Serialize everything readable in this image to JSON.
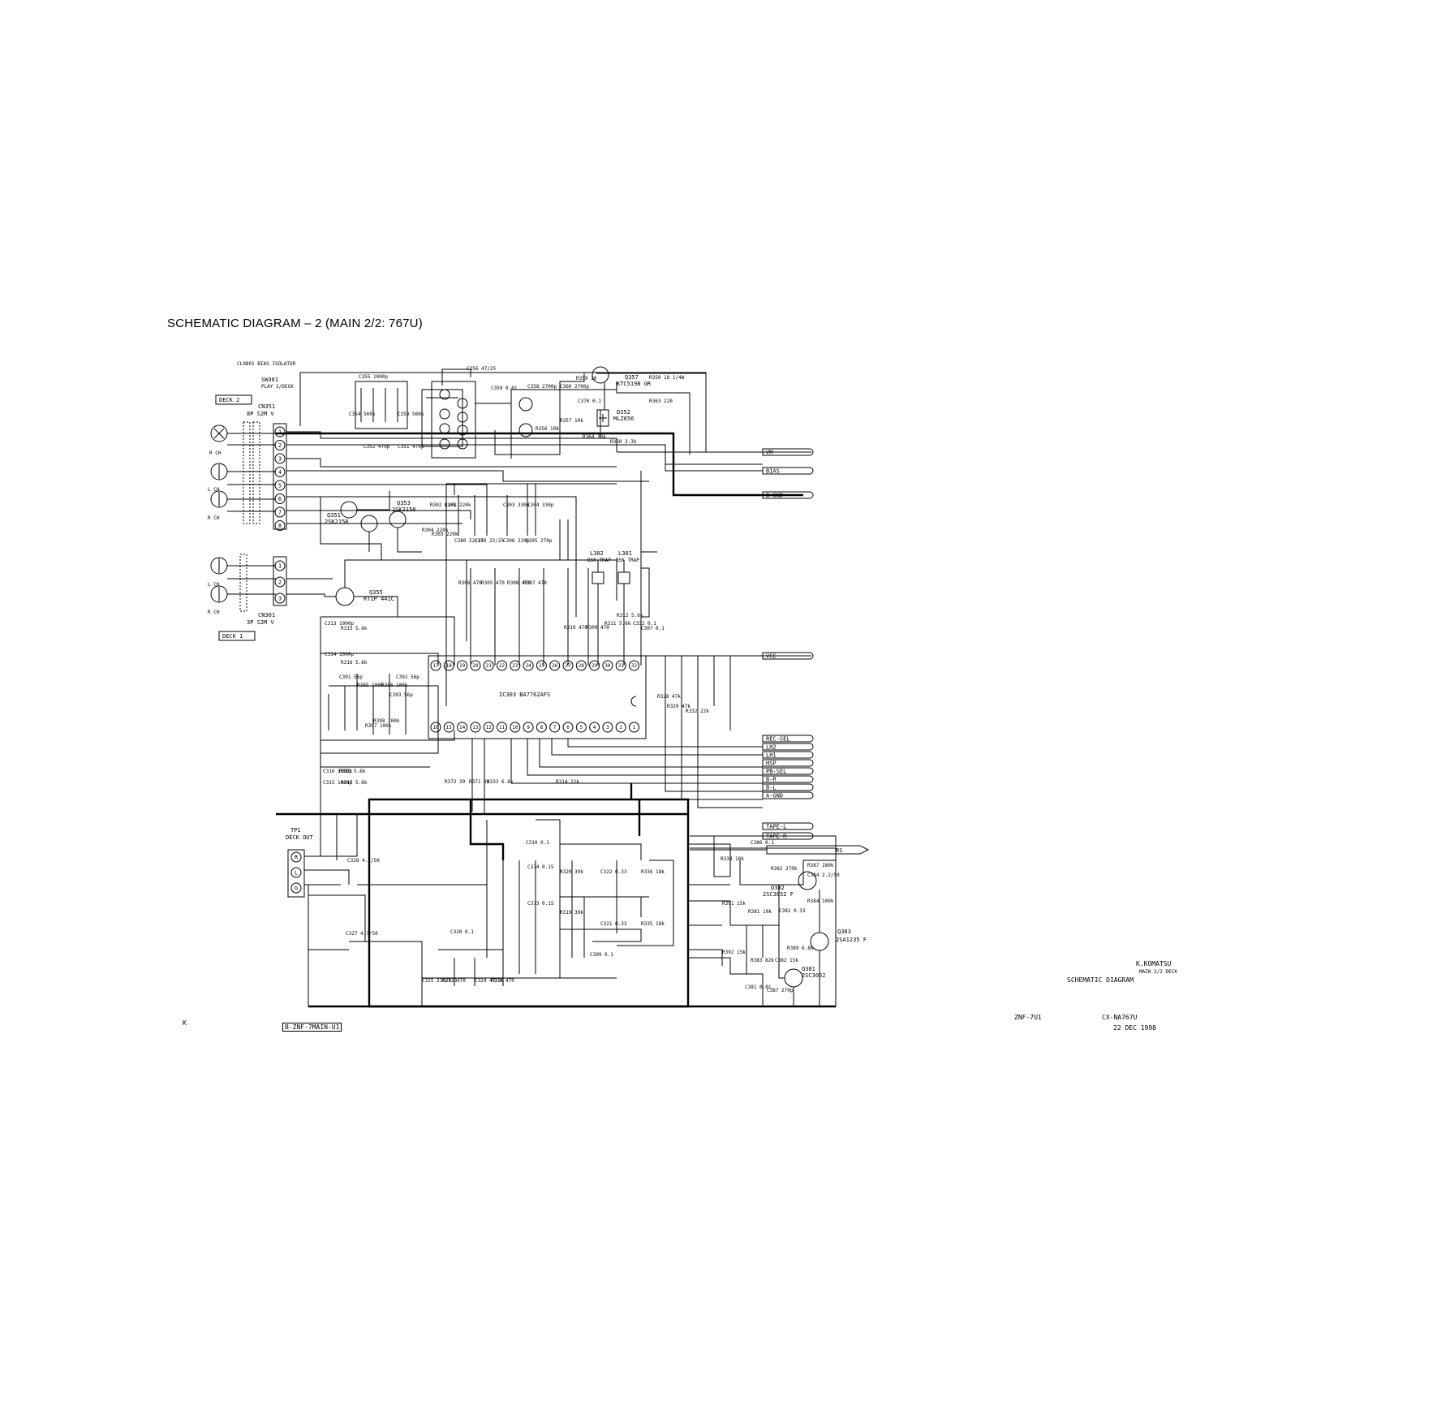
{
  "title": "SCHEMATIC  DIAGRAM – 2 (MAIN 2/2: 767U)",
  "blocks": {
    "deck2": "DECK 2",
    "deck1": "DECK 1",
    "cn351": "CN351",
    "cn351_type": "8P  S2M V",
    "cn301": "CN301",
    "cn301_type": "3P S2M V",
    "sw301": "SW301",
    "sw301_desc": "PLAY 2/DECK",
    "cl": "CL9801 BIAS ISOLATOR",
    "tp1": "TP1",
    "deck_out": "DECK OUT",
    "ic": "IC303 BA7762AFS",
    "q355": "Q355",
    "q355_part": "RT1P 441C",
    "q351": "Q351",
    "q351_part": "2SK2158",
    "q353": "Q353",
    "q353_part": "2SK2158",
    "q357": "Q357",
    "q357_part": "KTC5198 GR",
    "d352": "D352",
    "d352_part": "MLZ656",
    "q381": "Q381",
    "q381_part": "2SC3052",
    "q382": "Q382",
    "q382_part": "2SC3052 F",
    "q383": "Q383",
    "q383_part": "2SA1235 F",
    "l302": "L302",
    "l301": "L301",
    "trap": "BSK TRAP"
  },
  "connector_pins_deck2": [
    "1",
    "2",
    "3",
    "4",
    "5",
    "6",
    "7",
    "8"
  ],
  "connector_pins_deck1": [
    "1",
    "2",
    "3"
  ],
  "deck_out_pins": [
    "R",
    "L",
    "G"
  ],
  "ic_pins_top": [
    "17",
    "18",
    "19",
    "20",
    "21",
    "22",
    "23",
    "24",
    "25",
    "26",
    "27",
    "28",
    "29",
    "30",
    "31",
    "32"
  ],
  "ic_pins_bottom": [
    "16",
    "15",
    "14",
    "13",
    "12",
    "11",
    "10",
    "9",
    "8",
    "7",
    "6",
    "5",
    "4",
    "3",
    "2",
    "1"
  ],
  "head_labels": [
    "R CH",
    "L CH",
    "R CH",
    "L CH",
    "R CH"
  ],
  "signals": [
    "VM",
    "BIAS",
    "B-GND",
    "VCC",
    "REC-SEL",
    "LH2",
    "LH1",
    "HSP",
    "PB-SEL",
    "B-R",
    "B-L",
    "A-GND",
    "TAPE-L",
    "TAPE-R",
    "RS"
  ],
  "components": [
    "C356  47/25",
    "R359 10",
    "C370 0.1",
    "R350 18 1/4W",
    "R363 220",
    "R364 33k",
    "R360 3.3k",
    "C359 0.01",
    "C358 2700p",
    "C360 2700p",
    "R357 10k",
    "R356 10k",
    "C355 1000p",
    "C354 560p",
    "C352 470p",
    "C351 470p",
    "C353 560p",
    "R301 220k",
    "R302 220k",
    "C303 330p",
    "C304 330p",
    "R304 220k",
    "R303 220k",
    "C380 22/25",
    "C379 22/25",
    "C306 220p",
    "C305 270p",
    "R306 470",
    "R305 470",
    "R308 470",
    "R307 470",
    "R310 470",
    "R309 470",
    "R312 5.6k",
    "R311 5.6k",
    "C332 0.1",
    "C307 0.1",
    "C313 1000p",
    "R315 5.6k",
    "C314 1000p",
    "R316 5.6k",
    "C391 56p",
    "R395 100k",
    "C392 56p",
    "C393 56p",
    "R396 100k",
    "R398 100k",
    "R397 100k",
    "C316 1000p",
    "R318 5.6k",
    "C315 1000p",
    "R317 5.6k",
    "R372 39",
    "R371 39",
    "R333 6.8k",
    "R314 22k",
    "R328 47k",
    "R329 47k",
    "R332 22k",
    "C310 0.1",
    "C374 0.15",
    "R320 39k",
    "C322 0.33",
    "R336 18k",
    "C373 0.15",
    "R319 39k",
    "C321 0.33",
    "R335 18k",
    "C320 0.1",
    "C309 0.1",
    "C328 4.7/50",
    "C327 4.7/50",
    "C325 330/6.3",
    "R373 470",
    "C324 47/25",
    "R374 470",
    "C386 0.1",
    "R338 18k",
    "R382 270k",
    "R387 180k",
    "C384 2.2/50",
    "R391 15k",
    "R381 10k",
    "R384 100k",
    "C382 0.33",
    "R392 15k",
    "R383 82k",
    "C382 15k",
    "R389 6.8k",
    "C381 0.01",
    "C387 270p"
  ],
  "footer": {
    "designer": "K.KOMATSU",
    "sheet_note": "MAIN 2/2 DECK",
    "sheet_title": "SCHEMATIC DIAGRAM",
    "code": "ZNF-7U1",
    "model": "CX-NA767U",
    "date": "22 DEC 1998",
    "board": "B-ZNF-7MAIN-U1",
    "mark": "K"
  }
}
